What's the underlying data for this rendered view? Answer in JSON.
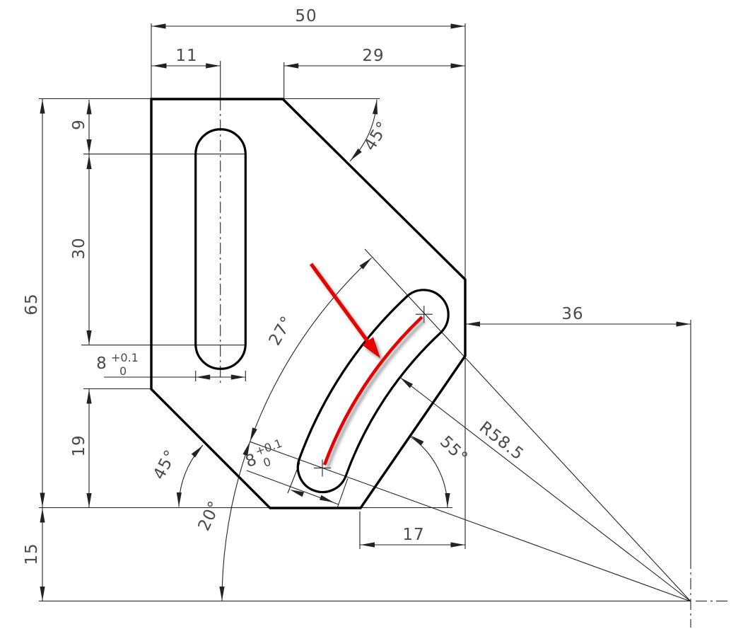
{
  "dims": {
    "top_width": "50",
    "slot_offset": "11",
    "top_right_width": "29",
    "slot_top_offset": "9",
    "slot_length": "30",
    "total_height": "65",
    "lower_left_height": "19",
    "baseline_offset": "15",
    "right_offset": "36",
    "bottom_right_width": "17",
    "radius": "R58.5",
    "chamfer_top_angle": "45°",
    "chamfer_bottom_angle": "45°",
    "arc_start_angle": "20°",
    "arc_span_angle": "27°",
    "right_edge_angle": "55°",
    "slot_width": "8",
    "slot_width_tol_plus": "+0.1",
    "slot_width_tol_minus": "0",
    "arc_slot_width": "8",
    "arc_slot_tol_plus": "+0.1",
    "arc_slot_tol_minus": "0"
  },
  "colors": {
    "outline": "#000000",
    "dimension": "#4a4a4a",
    "highlight": "#e60000"
  }
}
